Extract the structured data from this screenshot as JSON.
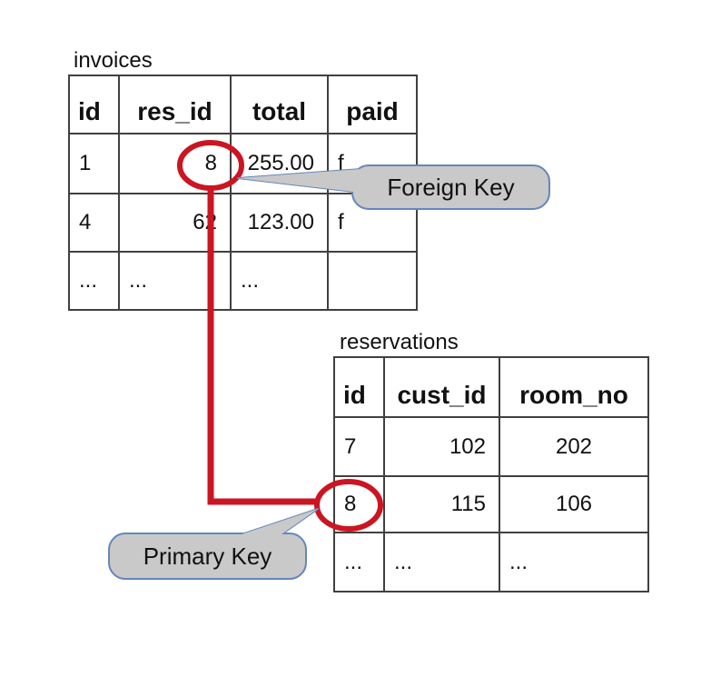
{
  "invoices": {
    "title": "invoices",
    "headers": [
      "id",
      "res_id",
      "total",
      "paid"
    ],
    "rows": [
      [
        "1",
        "8",
        "255.00",
        "f"
      ],
      [
        "4",
        "62",
        "123.00",
        "f"
      ],
      [
        "...",
        "...",
        "...",
        ""
      ]
    ]
  },
  "reservations": {
    "title": "reservations",
    "headers": [
      "id",
      "cust_id",
      "room_no"
    ],
    "rows": [
      [
        "7",
        "102",
        "202"
      ],
      [
        "8",
        "115",
        "106"
      ],
      [
        "...",
        "...",
        "..."
      ]
    ]
  },
  "callouts": {
    "foreign_key_label": "Foreign Key",
    "primary_key_label": "Primary Key"
  },
  "colors": {
    "highlight": "#cc1522",
    "callout_fill": "#c9c9c9",
    "callout_border": "#6486bb",
    "table_border": "#404040"
  }
}
